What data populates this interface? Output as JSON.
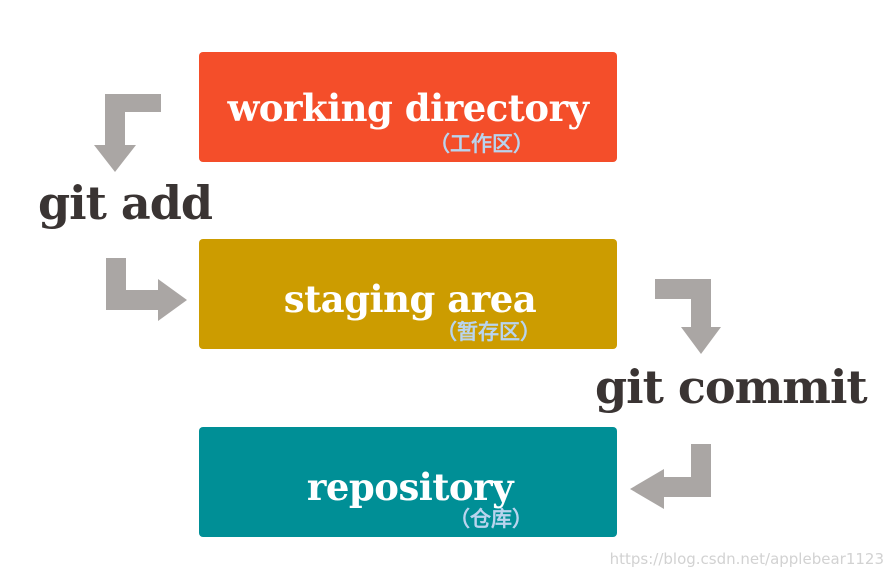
{
  "stages": {
    "working_directory": {
      "title": "working directory",
      "subtitle": "（工作区）",
      "color": "#f44e2a"
    },
    "staging_area": {
      "title": "staging area",
      "subtitle": "（暂存区）",
      "color": "#cc9c00"
    },
    "repository": {
      "title": "repository",
      "subtitle": "（仓库）",
      "color": "#008f96"
    }
  },
  "commands": {
    "add": "git add",
    "commit": "git commit"
  },
  "colors": {
    "arrow": "#aaa6a4",
    "command_text": "#3a3433",
    "subtitle_text": "#b9d4ee"
  },
  "watermark": "https://blog.csdn.net/applebear1123"
}
